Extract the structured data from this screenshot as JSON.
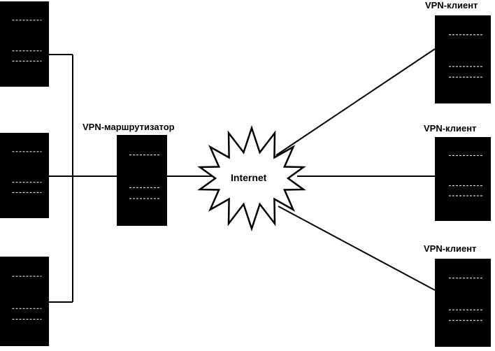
{
  "diagram": {
    "router_label": "VPN-маршрутизатор",
    "cloud_label": "Internet",
    "clients": [
      {
        "label": "VPN-клиент"
      },
      {
        "label": "VPN-клиент"
      },
      {
        "label": "VPN-клиент"
      }
    ],
    "colors": {
      "ink": "#000000",
      "background": "#ffffff"
    }
  }
}
